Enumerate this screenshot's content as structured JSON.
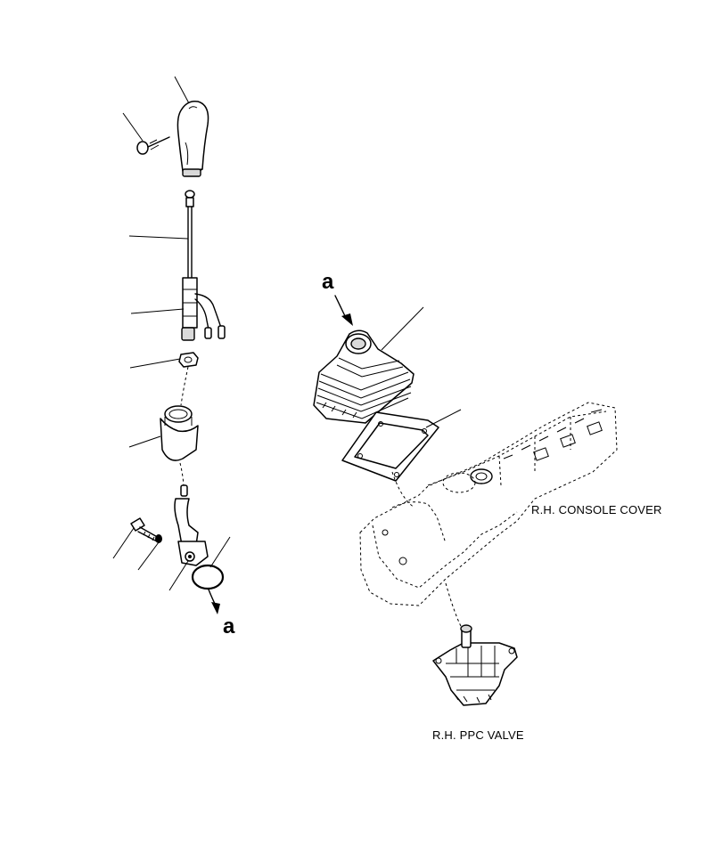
{
  "labels": {
    "console_cover": "R.H. CONSOLE COVER",
    "ppc_valve": "R.H. PPC VALVE",
    "ref_top": "a",
    "ref_bottom": "a"
  }
}
